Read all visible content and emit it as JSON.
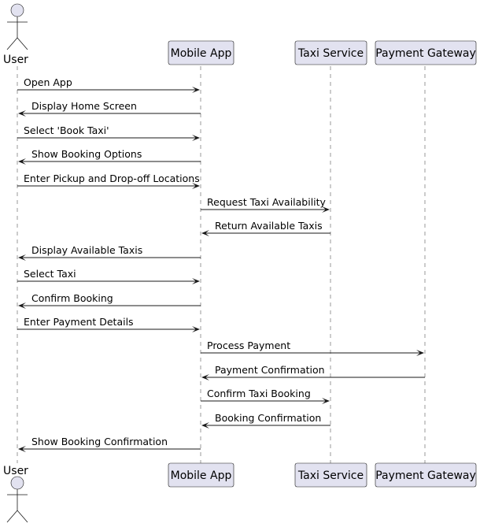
{
  "participants": [
    {
      "id": "user",
      "label": "User",
      "kind": "actor"
    },
    {
      "id": "mobile",
      "label": "Mobile App",
      "kind": "box"
    },
    {
      "id": "taxi",
      "label": "Taxi Service",
      "kind": "box"
    },
    {
      "id": "payment",
      "label": "Payment Gateway",
      "kind": "box"
    }
  ],
  "messages": [
    {
      "from": "user",
      "to": "mobile",
      "text": "Open App"
    },
    {
      "from": "mobile",
      "to": "user",
      "text": "Display Home Screen"
    },
    {
      "from": "user",
      "to": "mobile",
      "text": "Select 'Book Taxi'"
    },
    {
      "from": "mobile",
      "to": "user",
      "text": "Show Booking Options"
    },
    {
      "from": "user",
      "to": "mobile",
      "text": "Enter Pickup and Drop-off Locations"
    },
    {
      "from": "mobile",
      "to": "taxi",
      "text": "Request Taxi Availability"
    },
    {
      "from": "taxi",
      "to": "mobile",
      "text": "Return Available Taxis"
    },
    {
      "from": "mobile",
      "to": "user",
      "text": "Display Available Taxis"
    },
    {
      "from": "user",
      "to": "mobile",
      "text": "Select Taxi"
    },
    {
      "from": "mobile",
      "to": "user",
      "text": "Confirm Booking"
    },
    {
      "from": "user",
      "to": "mobile",
      "text": "Enter Payment Details"
    },
    {
      "from": "mobile",
      "to": "payment",
      "text": "Process Payment"
    },
    {
      "from": "payment",
      "to": "mobile",
      "text": "Payment Confirmation"
    },
    {
      "from": "mobile",
      "to": "taxi",
      "text": "Confirm Taxi Booking"
    },
    {
      "from": "taxi",
      "to": "mobile",
      "text": "Booking Confirmation"
    },
    {
      "from": "mobile",
      "to": "user",
      "text": "Show Booking Confirmation"
    }
  ]
}
